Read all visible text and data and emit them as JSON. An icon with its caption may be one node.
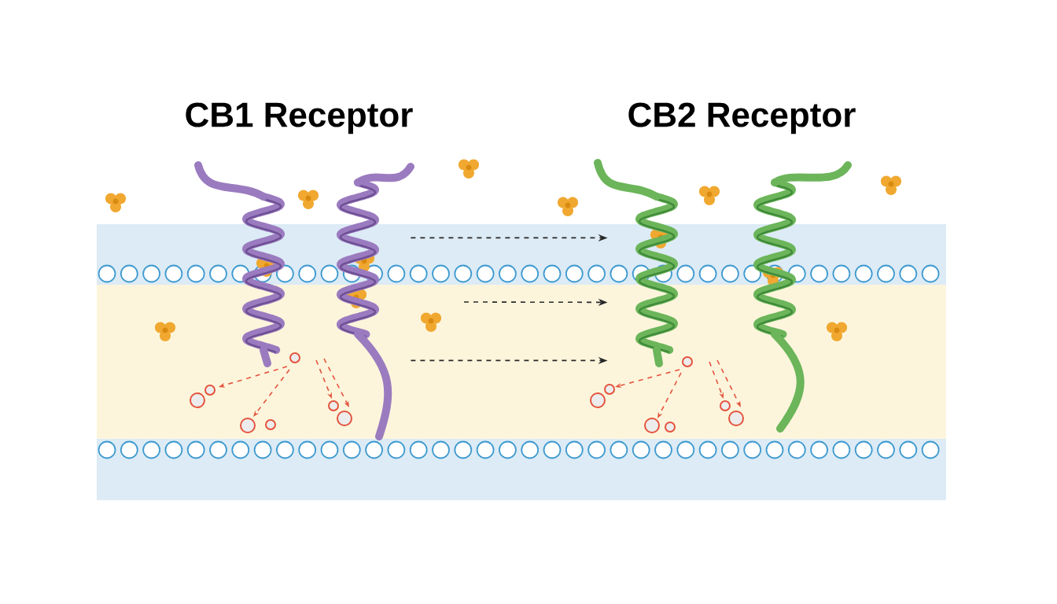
{
  "diagram": {
    "nodes": [
      {
        "text": [
          "CB1 Receptor"
        ]
      },
      {
        "text": [
          "CB2 Receptor"
        ]
      }
    ],
    "edges": [
      {
        "from": 0,
        "to": 1,
        "arrow": "to",
        "style": "dashed"
      },
      {
        "from": null,
        "to": 1,
        "arrow": "to",
        "style": "dashed"
      },
      {
        "from": 0,
        "to": 1,
        "arrow": "to",
        "style": "dashed"
      }
    ]
  }
}
